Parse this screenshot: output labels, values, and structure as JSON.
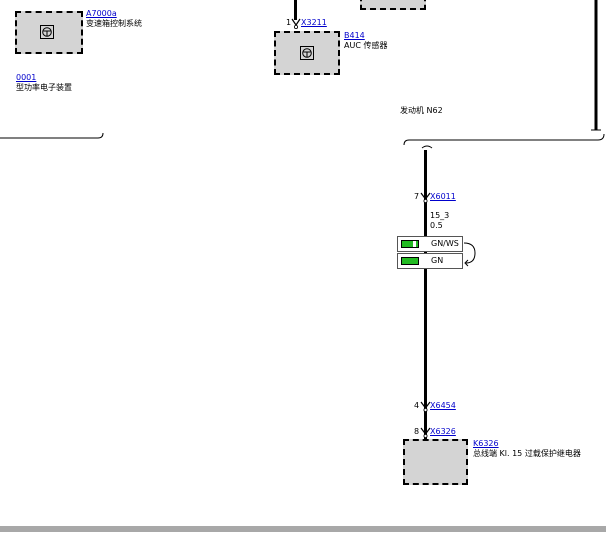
{
  "components": {
    "a7000a": {
      "id": "A7000a",
      "desc": "变速箱控制系统"
    },
    "b414": {
      "id": "B414",
      "desc": "AUC 传感器",
      "pin": "1",
      "connector": "X3211"
    },
    "a0001": {
      "id": "0001",
      "desc": "型功率电子装置"
    },
    "engine_label": "发动机 N62",
    "k6326": {
      "id": "K6326",
      "desc": "总线端 Kl. 15 过载保护继电器"
    }
  },
  "connectors": {
    "x6011": {
      "pin": "7",
      "id": "X6011"
    },
    "x6454": {
      "pin": "4",
      "id": "X6454"
    },
    "x6326": {
      "pin": "8",
      "id": "X6326"
    }
  },
  "wire": {
    "signal": "15_3",
    "gauge": "0.5"
  },
  "legend": [
    {
      "label": "GN/WS",
      "color": "#22bb22",
      "stripe": "#ffffff"
    },
    {
      "label": "GN",
      "color": "#22bb22"
    }
  ]
}
